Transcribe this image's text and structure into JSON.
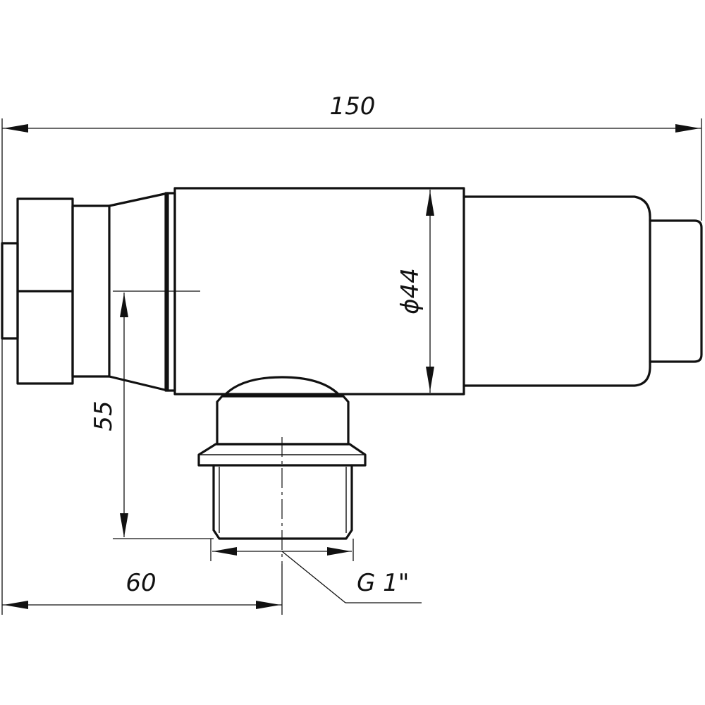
{
  "dimensions": {
    "overall_length": "150",
    "body_diameter": "ϕ44",
    "height_to_outlet": "55",
    "offset_to_outlet": "60",
    "thread": "G 1\""
  },
  "colors": {
    "line": "#111111",
    "background": "#ffffff"
  }
}
